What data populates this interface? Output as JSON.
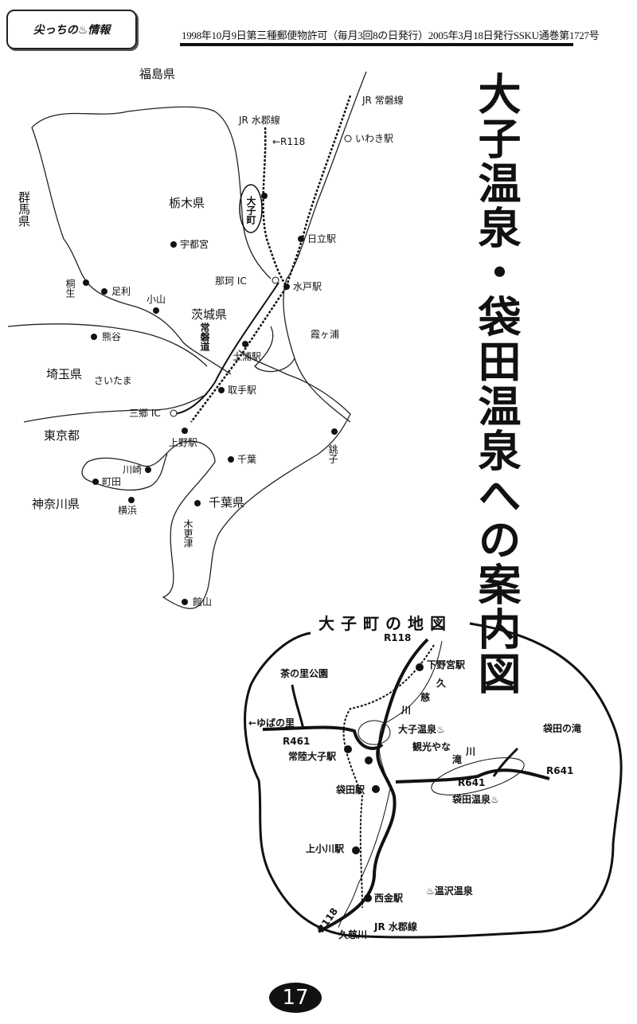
{
  "header": {
    "logo_text": "尖っちの♨情報",
    "publication_line": "1998年10月9日第三種郵便物許可（毎月3回8の日発行）2005年3月18日発行SSKU通巻第1727号"
  },
  "title": "大子温泉・袋田温泉への案内図",
  "main_map": {
    "prefectures": [
      "福島県",
      "群馬県",
      "栃木県",
      "茨城県",
      "埼玉県",
      "東京都",
      "神奈川県",
      "千葉県"
    ],
    "lines": [
      "JR 常磐線",
      "JR 水郡線",
      "←R118",
      "常磐道"
    ],
    "highlight": "大子町",
    "places": [
      "いわき駅",
      "宇都宮",
      "日立駅",
      "桐生",
      "足利",
      "小山",
      "那珂 IC",
      "水戸駅",
      "熊谷",
      "霞ヶ浦",
      "土浦駅",
      "さいたま",
      "取手駅",
      "三郷 IC",
      "上野駅",
      "銚子",
      "千葉",
      "川崎",
      "町田",
      "横浜",
      "木更津",
      "館山"
    ]
  },
  "town_map": {
    "title": "大子町の地図",
    "roads": [
      "R118",
      "R461",
      "R641",
      "R641",
      "R118"
    ],
    "places": [
      "下野宮駅",
      "茶の里公園",
      "←ゆばの里",
      "大子温泉♨",
      "観光やな",
      "常陸大子駅",
      "袋田の滝",
      "袋田駅",
      "袋田温泉♨",
      "上小川駅",
      "♨温沢温泉",
      "西金駅",
      "久慈川",
      "JR 水郡線"
    ],
    "rivers": [
      "久",
      "慈",
      "川",
      "滝",
      "川"
    ]
  },
  "page_number": "17"
}
